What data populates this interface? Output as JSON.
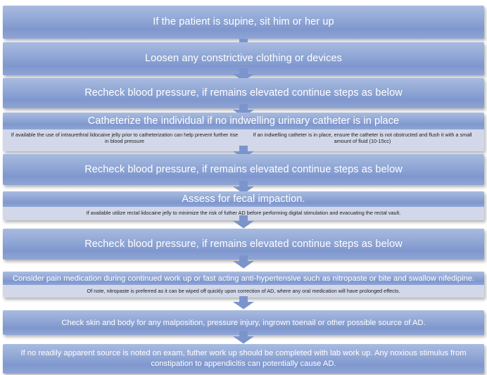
{
  "diagram": {
    "title": "Autonomic Dysreflexia management flowchart",
    "accent_box_top": "#a8bbe0",
    "accent_box_bottom": "#7f97ce",
    "sub_band_color": "#d2d8e9",
    "arrow_color": "#7b95cc",
    "text_color": "#ffffff"
  },
  "nodes": [
    {
      "id": "sit-up",
      "kind": "major",
      "text": "If the patient is supine, sit him or her up",
      "sub": []
    },
    {
      "id": "loosen-clothing",
      "kind": "major",
      "text": "Loosen any constrictive clothing or devices",
      "sub": []
    },
    {
      "id": "recheck-bp-1",
      "kind": "major",
      "text": "Recheck blood pressure, if remains elevated continue steps as below",
      "sub": []
    },
    {
      "id": "catheterize",
      "kind": "major",
      "text": "Catheterize the individual if no indwelling urinary catheter is in place",
      "sub": [
        "If available the use of intraurethral lidocaine jelly prior to catheterization can help prevent further rise in blood pressure",
        "If an indwelling catheter is in place, ensure the catheter is not obstructed and flush it with a small amount of fluid (10-15cc)"
      ]
    },
    {
      "id": "recheck-bp-2",
      "kind": "major",
      "text": "Recheck blood pressure, if remains elevated continue steps as below",
      "sub": []
    },
    {
      "id": "fecal-impaction",
      "kind": "major",
      "text": "Assess for fecal impaction.",
      "sub": [
        "If available utilize rectal lidocaine jelly to minimize the risk of futher AD before performing digital stimulation and evacuating the rectal vault."
      ]
    },
    {
      "id": "recheck-bp-3",
      "kind": "major",
      "text": "Recheck blood pressure, if remains elevated continue steps as below",
      "sub": []
    },
    {
      "id": "pain-medication",
      "kind": "minor",
      "text": "Consider pain medication during continued work up or fast acting anti-hypertensive such as nitropaste or bite and swallow nifedipine.",
      "sub": [
        "Of note, nitropaste is preferred as it can be wiped off quickly upon correction of AD, where any oral medication will have prolonged effects."
      ]
    },
    {
      "id": "check-skin-body",
      "kind": "minor",
      "text": "Check skin and body for any malposition, pressure injury, ingrown toenail or other possible source of AD.",
      "sub": []
    },
    {
      "id": "further-work-up",
      "kind": "minor",
      "text": "If no readily apparent source is noted on exam, futher work up should be completed with lab work up. Any noxious stimulus from constipation to appendicitis can potentially cause AD.",
      "sub": []
    }
  ],
  "arrows": [
    {
      "id": "arrow-1",
      "from": "sit-up",
      "to": "loosen-clothing"
    },
    {
      "id": "arrow-2",
      "from": "loosen-clothing",
      "to": "recheck-bp-1"
    },
    {
      "id": "arrow-3",
      "from": "recheck-bp-1",
      "to": "catheterize"
    },
    {
      "id": "arrow-4",
      "from": "catheterize",
      "to": "recheck-bp-2"
    },
    {
      "id": "arrow-5",
      "from": "recheck-bp-2",
      "to": "fecal-impaction"
    },
    {
      "id": "arrow-6",
      "from": "fecal-impaction",
      "to": "recheck-bp-3"
    },
    {
      "id": "arrow-7",
      "from": "recheck-bp-3",
      "to": "pain-medication"
    },
    {
      "id": "arrow-8",
      "from": "pain-medication",
      "to": "check-skin-body"
    },
    {
      "id": "arrow-9",
      "from": "check-skin-body",
      "to": "further-work-up"
    }
  ]
}
